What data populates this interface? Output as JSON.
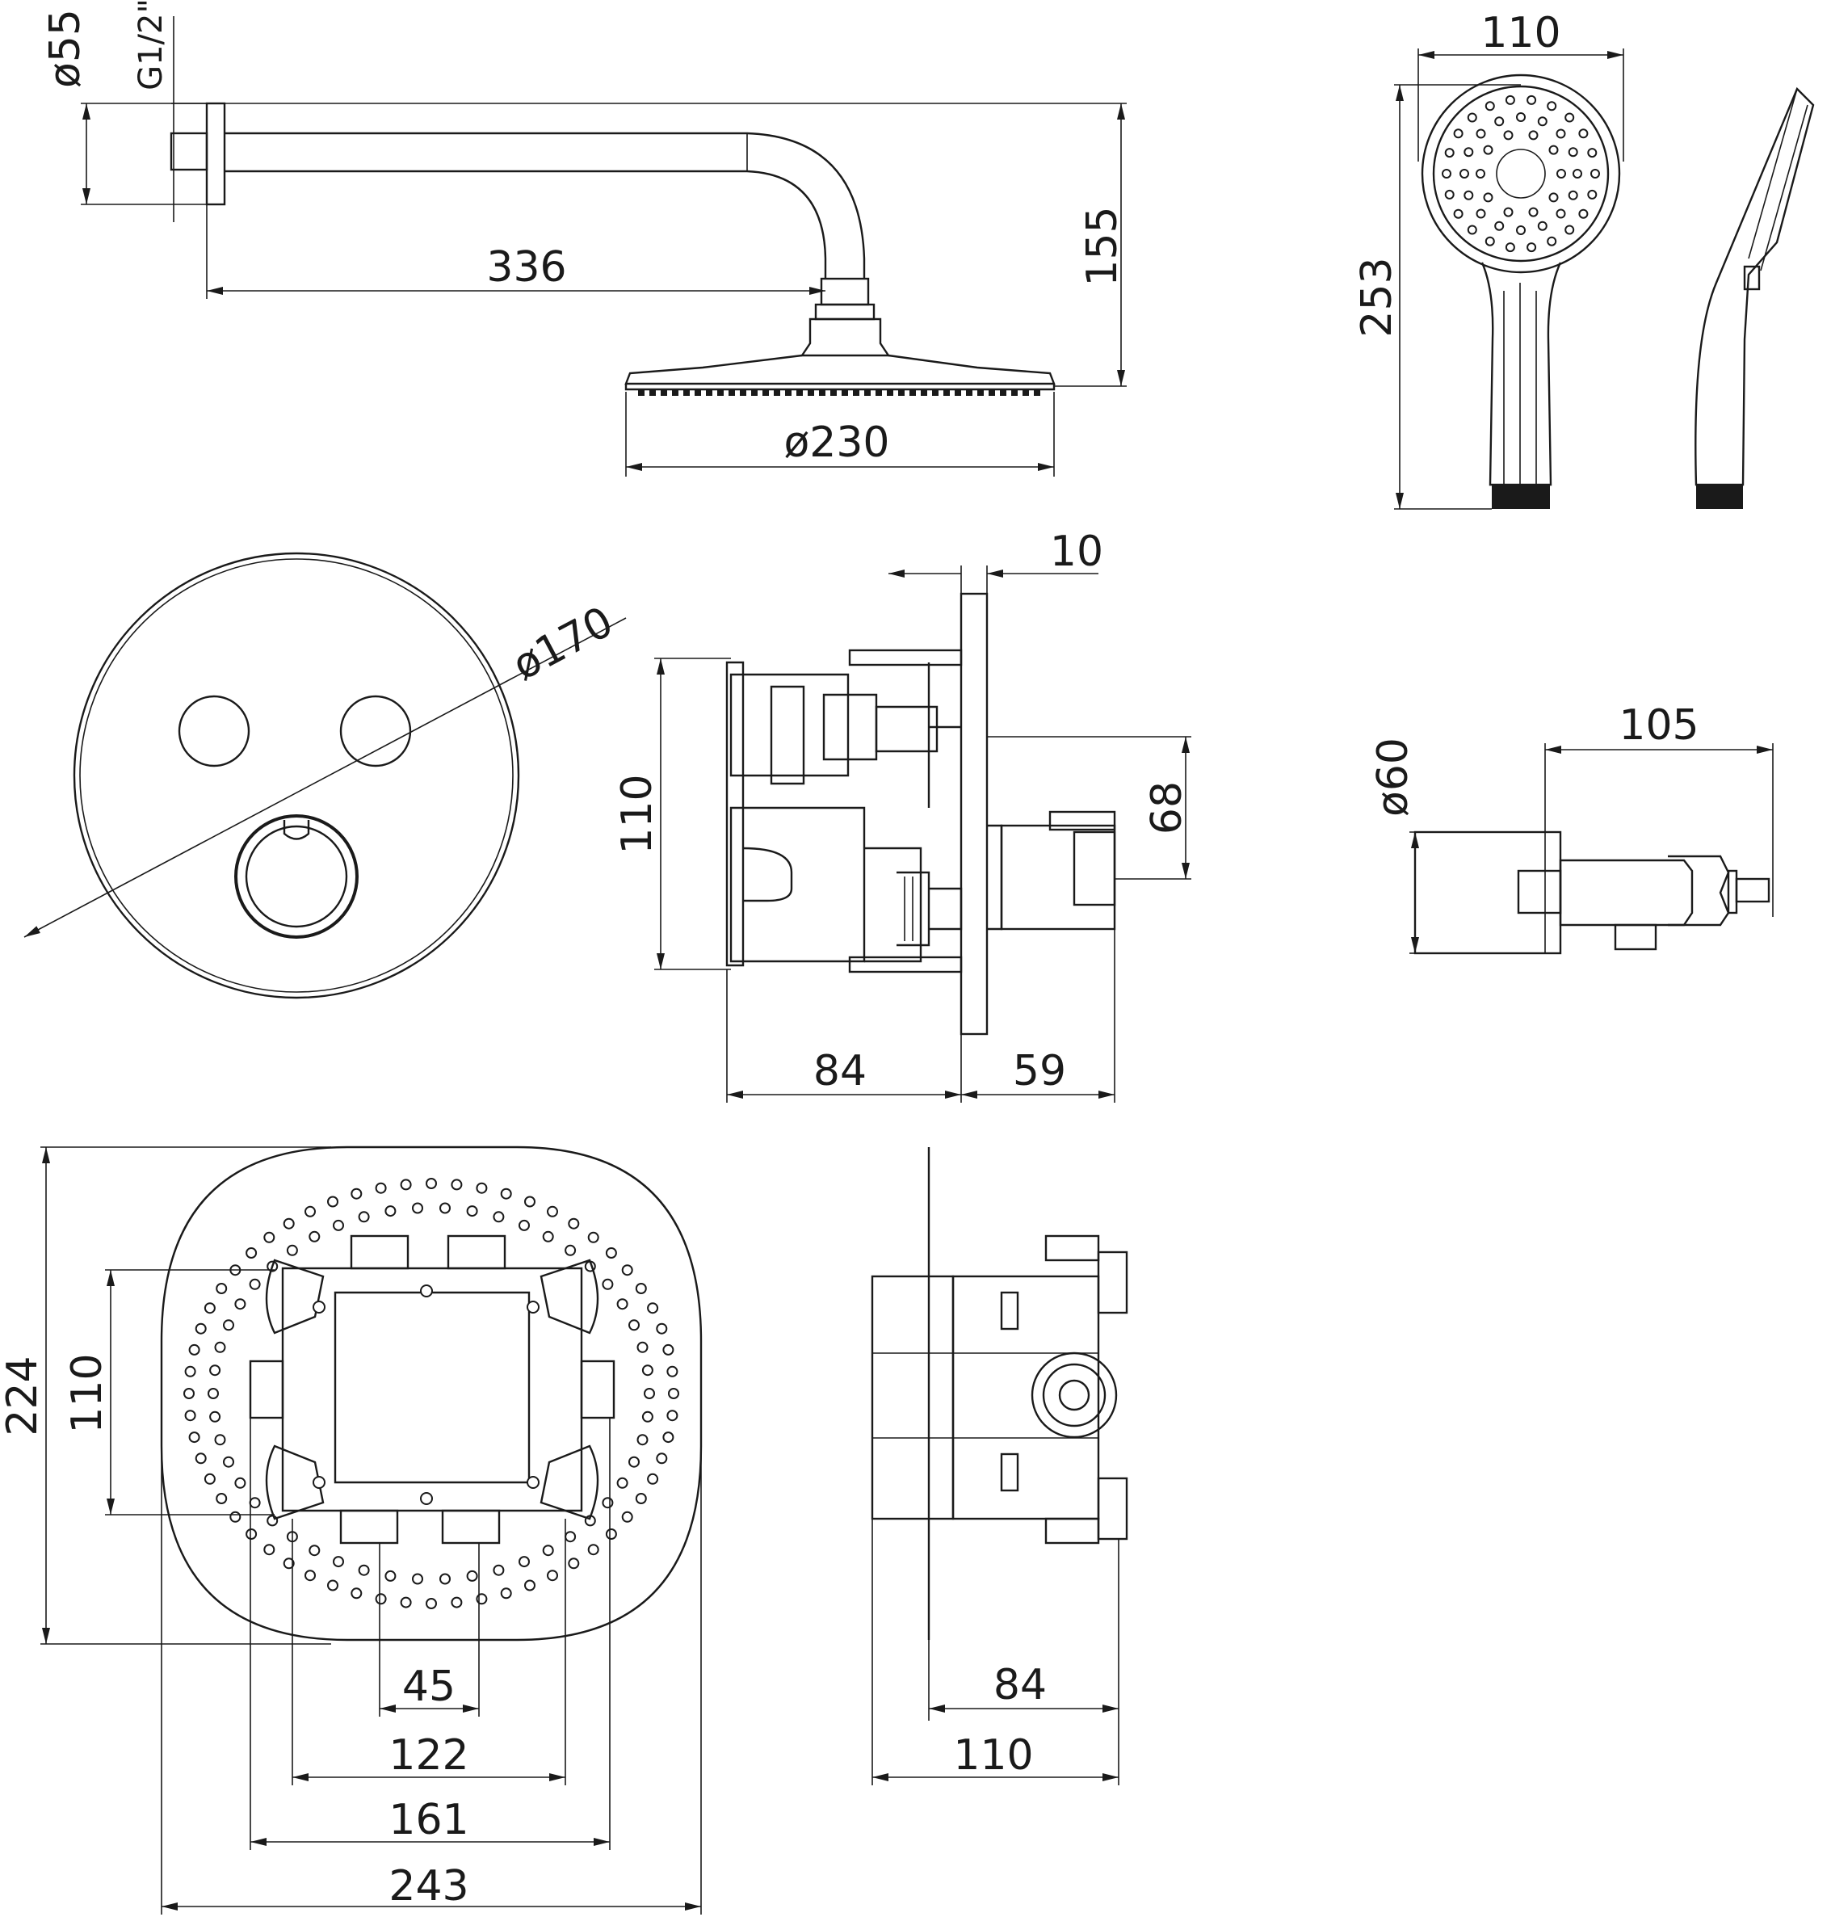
{
  "dimensions": {
    "arm_flange_diameter": "ø55",
    "arm_thread": "G1/2\"",
    "arm_length": "336",
    "arm_height": "155",
    "head_diameter": "ø230",
    "hand_width": "110",
    "hand_length": "253",
    "plate_diameter": "ø170",
    "plate_thickness": "10",
    "body_height": "110",
    "outlet_height": "68",
    "body_depth": "84",
    "trim_depth": "59",
    "holder_diameter": "ø60",
    "holder_length": "105",
    "box_height": "224",
    "inner_height": "110",
    "pipe_spacing": "45",
    "hole_spacing_inner": "122",
    "hole_spacing_outer": "161",
    "box_width": "243",
    "side_depth_inner": "84",
    "side_depth_outer": "110"
  }
}
